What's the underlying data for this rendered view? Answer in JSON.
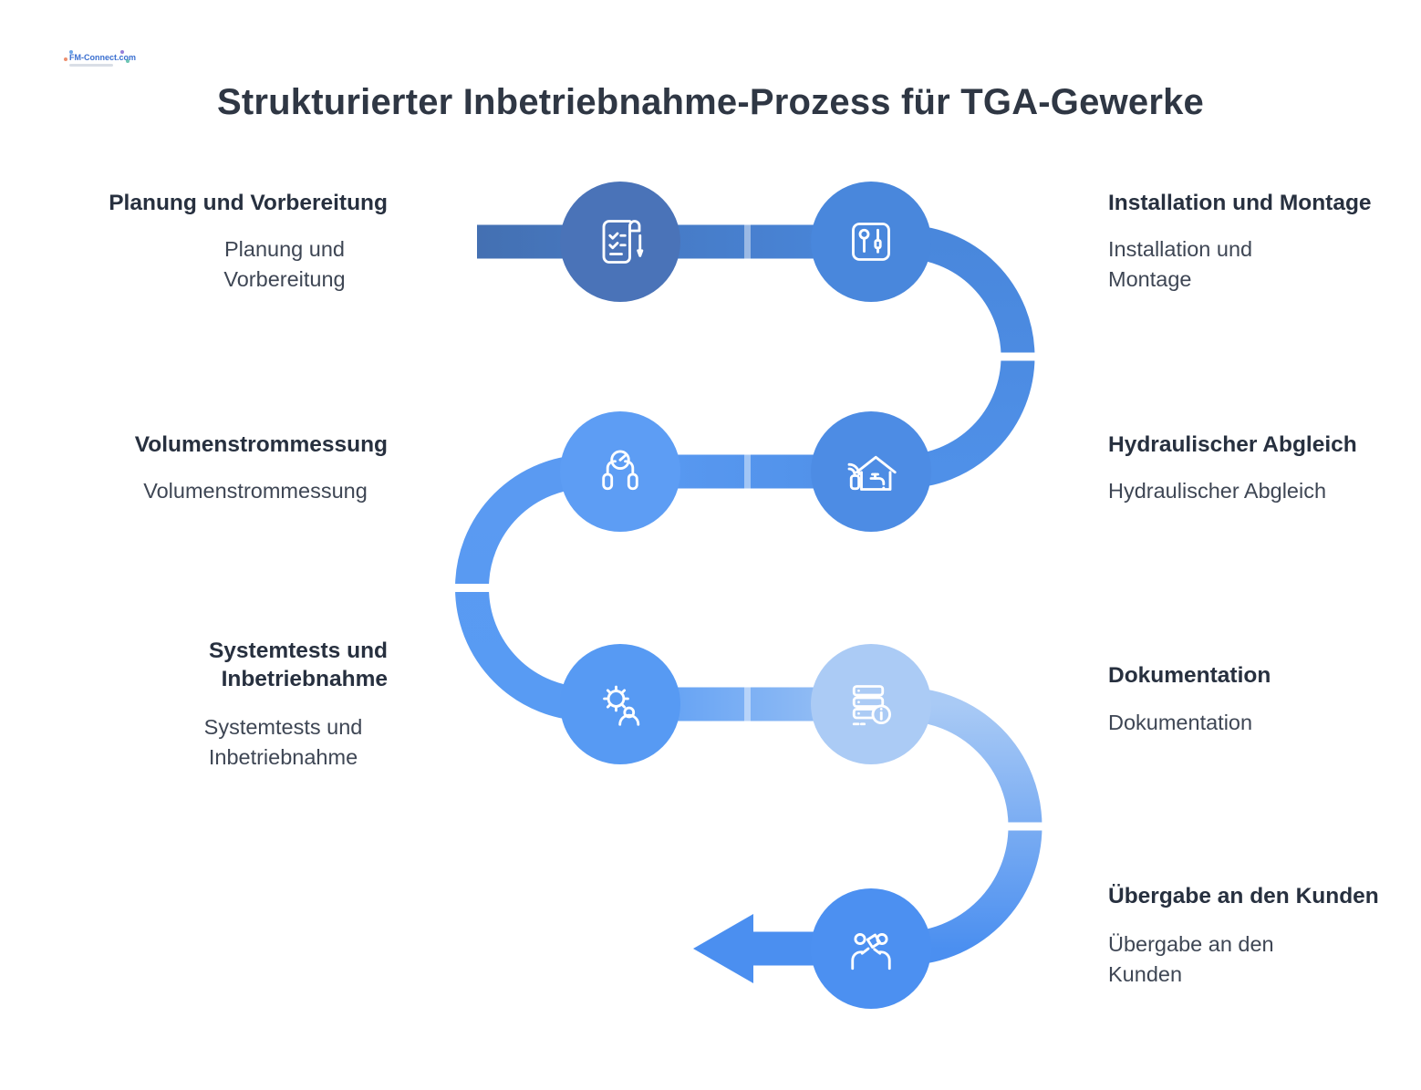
{
  "header": {
    "title": "Strukturierter Inbetriebnahme-Prozess für TGA-Gewerke"
  },
  "logo": {
    "brand": "FM-Connect.com"
  },
  "palette": {
    "path_start": "#4470b2",
    "path_blue2": "#4987dc",
    "path_blue3": "#4f90e8",
    "path_blue4": "#5a9af2",
    "path_blue5": "#589bf3",
    "path_light": "#9fc4f5",
    "path_lightest": "#a9caf5",
    "path_end": "#4b8ff0",
    "heading_text": "#27303f",
    "body_text": "#3e4654"
  },
  "steps": [
    {
      "heading": "Planung und Vorbereitung",
      "subtitle": "Planung und Vorbereitung",
      "icon": "checklist-scroll-icon",
      "color": "#4a73b8",
      "side": "left"
    },
    {
      "heading": "Installation und Montage",
      "subtitle": "Installation und Montage",
      "icon": "tools-icon",
      "color": "#4987dc",
      "side": "right"
    },
    {
      "heading": "Hydraulischer Abgleich",
      "subtitle": "Hydraulischer Abgleich",
      "icon": "smart-home-water-icon",
      "color": "#4d8ce4",
      "side": "right"
    },
    {
      "heading": "Volumenstrommessung",
      "subtitle": "Volumenstrommessung",
      "icon": "flow-gauge-icon",
      "color": "#5d9df4",
      "side": "left"
    },
    {
      "heading": "Systemtests und Inbetriebnahme",
      "subtitle": "Systemtests und Inbetriebnahme",
      "icon": "gear-person-icon",
      "color": "#579af3",
      "side": "left"
    },
    {
      "heading": "Dokumentation",
      "subtitle": "Dokumentation",
      "icon": "server-info-icon",
      "color": "#abcbf5",
      "side": "right"
    },
    {
      "heading": "Übergabe an den Kunden",
      "subtitle": "Übergabe an den Kunden",
      "icon": "handover-icon",
      "color": "#4c90f1",
      "side": "right"
    }
  ]
}
